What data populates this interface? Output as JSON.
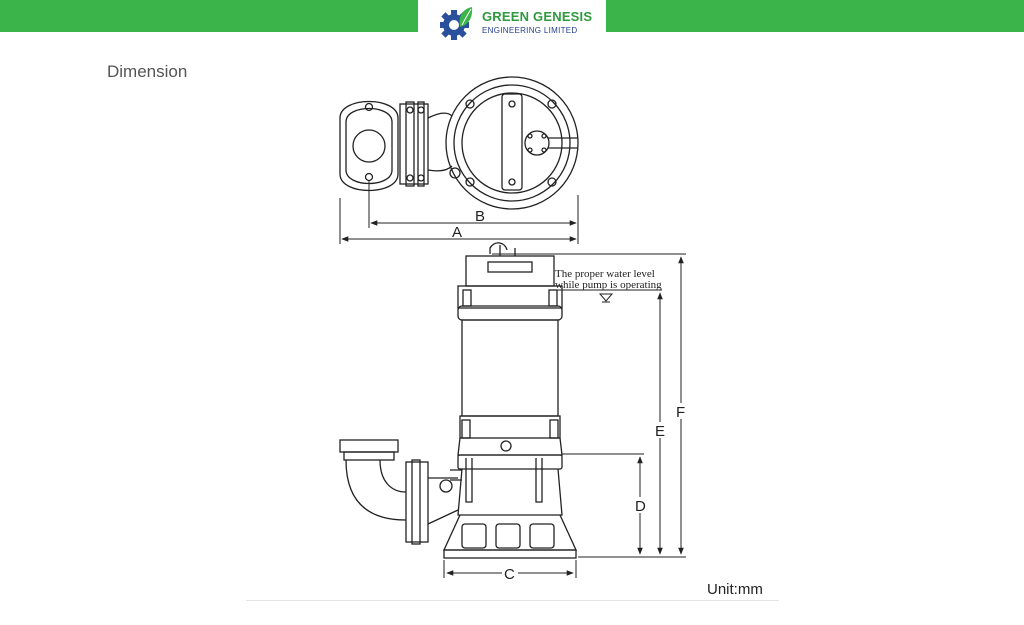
{
  "header": {
    "brand_name": "GREEN GENESIS",
    "brand_subtitle": "ENGINEERING LIMITED",
    "bar_color": "#3bb54a"
  },
  "page": {
    "title": "Dimension",
    "unit_label": "Unit:mm"
  },
  "diagram": {
    "labels": {
      "a": "A",
      "b": "B",
      "c": "C",
      "d": "D",
      "e": "E",
      "f": "F"
    },
    "water_level_note": {
      "line1": "The proper water level",
      "line2": "while pump is operating"
    }
  }
}
